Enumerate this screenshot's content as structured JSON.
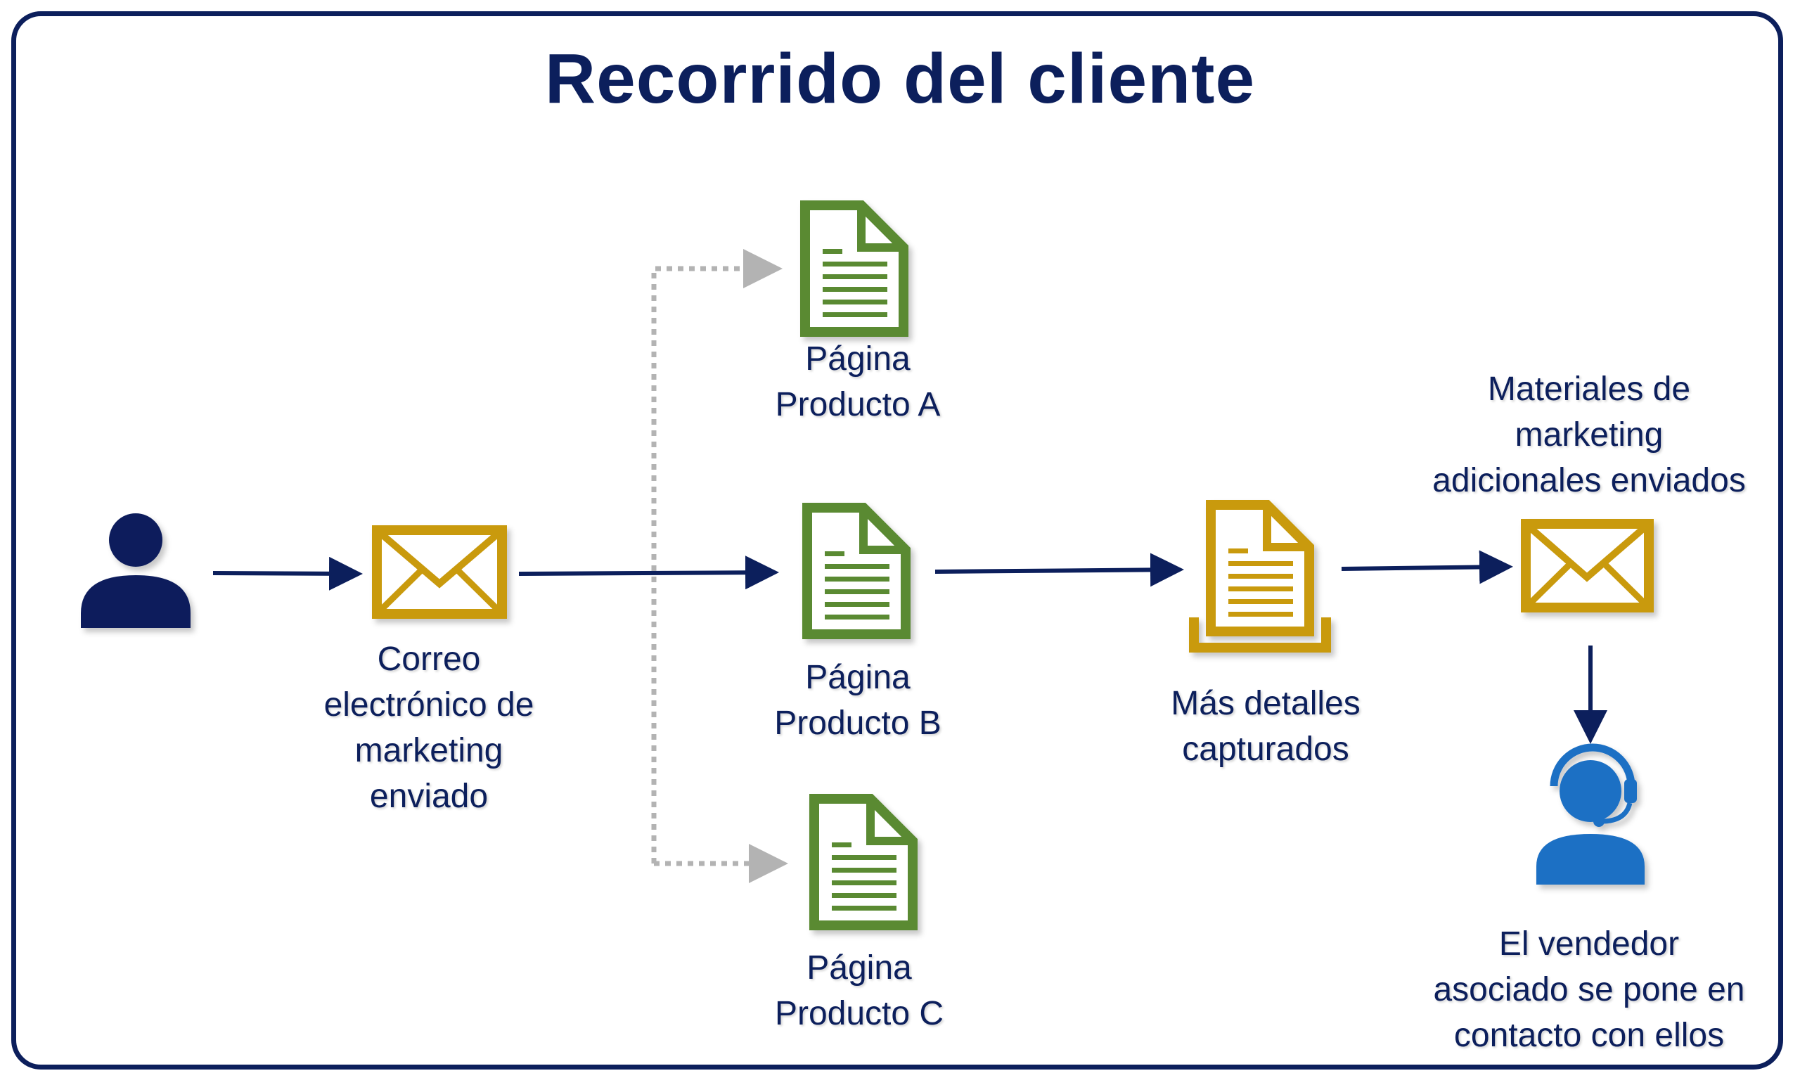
{
  "title": "Recorrido del cliente",
  "colors": {
    "navy": "#0c1f5c",
    "gold": "#c99a10",
    "green": "#5a8a32",
    "blue": "#1f6fc4",
    "gray_arrow": "#b3b3b3"
  },
  "icons": {
    "customer": "person-icon",
    "email": "envelope-icon",
    "page": "document-icon",
    "form": "form-document-icon",
    "salesperson": "headset-person-icon"
  },
  "nodes": {
    "email_sent": "Correo\nelectrónico de\nmarketing\nenviado",
    "product_a": "Página\nProducto A",
    "product_b": "Página\nProducto B",
    "product_c": "Página\nProducto C",
    "details": "Más detalles\ncapturados",
    "more_materials": "Materiales de\nmarketing\nadicionales enviados",
    "salesperson": "El vendedor\nasociado se pone en\ncontacto con ellos"
  }
}
